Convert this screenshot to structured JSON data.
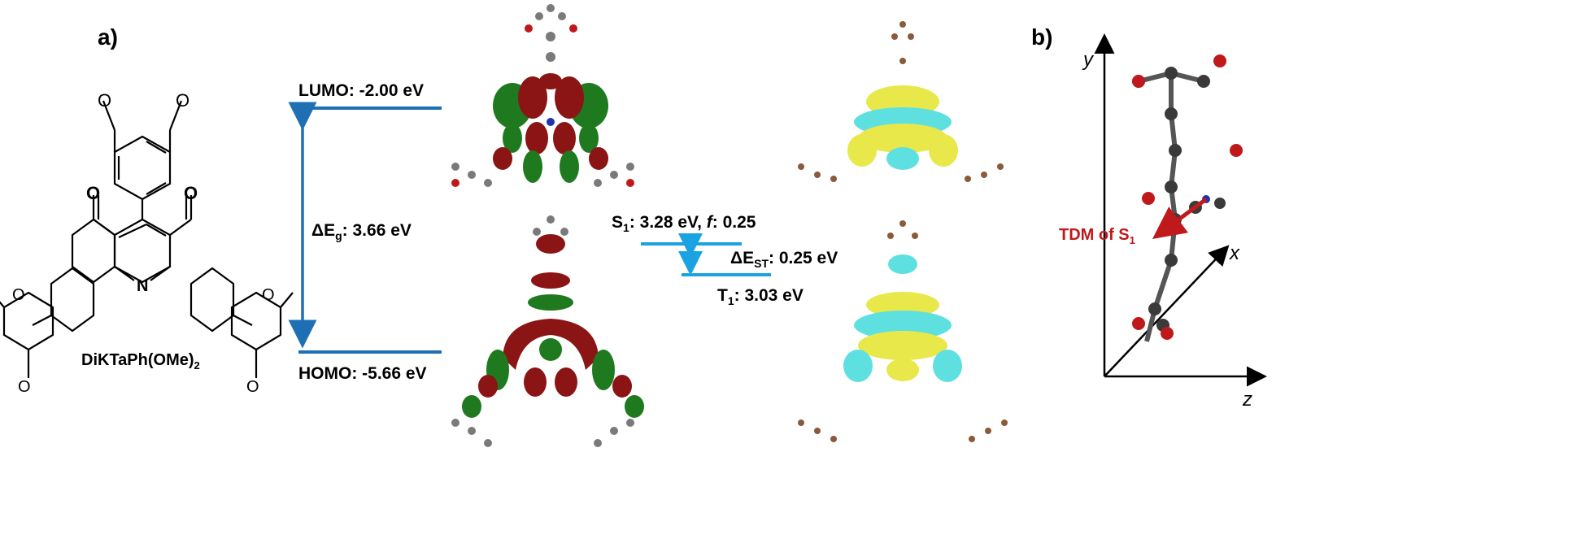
{
  "panels": {
    "a": "a)",
    "b": "b)"
  },
  "molecule": {
    "name_main": "DiKTaPh(OMe)",
    "name_sub": "2",
    "atoms": {
      "oxygen": "O",
      "nitrogen": "N"
    }
  },
  "energy_diagram": {
    "lumo": "LUMO: -2.00 eV",
    "homo": "HOMO: -5.66 eV",
    "gap_label": "ΔE",
    "gap_sub": "g",
    "gap_value": ": 3.66 eV",
    "s1_label": "S",
    "s1_sub": "1",
    "s1_value": ": 3.28 eV, ",
    "s1_f": "f",
    "s1_f_value": ": 0.25",
    "t1_label": "T",
    "t1_sub": "1",
    "t1_value": ": 3.03 eV",
    "est_label": "ΔE",
    "est_sub": "ST",
    "est_value": ": 0.25 eV"
  },
  "tdm": {
    "label": "TDM of S",
    "label_sub": "1",
    "axes": {
      "x": "x",
      "y": "y",
      "z": "z"
    }
  },
  "colors": {
    "level_line": "#1f6fb5",
    "st_line": "#1aa3e0",
    "orbital_red": "#8b1414",
    "orbital_green": "#1f7a1f",
    "density_yellow": "#e8e84a",
    "density_cyan": "#5fe0e0",
    "tdm_red": "#c0191c"
  }
}
